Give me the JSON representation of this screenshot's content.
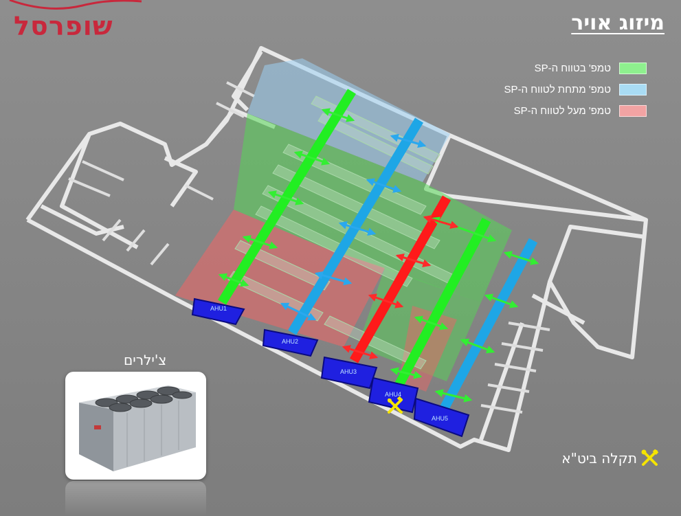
{
  "brand": {
    "name": "שופרסל",
    "color": "#c8283c"
  },
  "title": "מיזוג אויר",
  "legend": [
    {
      "label": "טמפ' בטווח ה-SP",
      "color": "#8ef08e"
    },
    {
      "label": "טמפ' מתחת לטווח ה-SP",
      "color": "#a9dcf4"
    },
    {
      "label": "טמפ' מעל לטווח ה-SP",
      "color": "#f2a3a3"
    }
  ],
  "ahu_units": [
    {
      "label": "AHU1",
      "fault": false
    },
    {
      "label": "AHU2",
      "fault": false
    },
    {
      "label": "AHU3",
      "fault": false
    },
    {
      "label": "AHU4",
      "fault": true
    },
    {
      "label": "AHU5",
      "fault": false
    }
  ],
  "ducts": [
    {
      "unit": "AHU1",
      "status": "normal",
      "color": "#22ee22"
    },
    {
      "unit": "AHU2",
      "status": "below",
      "color": "#1ea6e6"
    },
    {
      "unit": "AHU3",
      "status": "above",
      "color": "#ff1a1a"
    },
    {
      "unit": "AHU4",
      "status": "normal",
      "color": "#22ee22"
    },
    {
      "unit": "AHU5",
      "status": "below",
      "color": "#1ea6e6"
    }
  ],
  "zones": [
    {
      "status": "below",
      "color": "#9cd0f2"
    },
    {
      "status": "normal",
      "color": "#55d655"
    },
    {
      "status": "above",
      "color": "#e06a6a"
    }
  ],
  "chillers": {
    "title": "צ'ילרים",
    "icon": "chiller-unit-image"
  },
  "fault_legend": {
    "label": "תקלה ביט\"א",
    "icon": "wrench-screwdriver-icon",
    "color": "#f5e400"
  }
}
